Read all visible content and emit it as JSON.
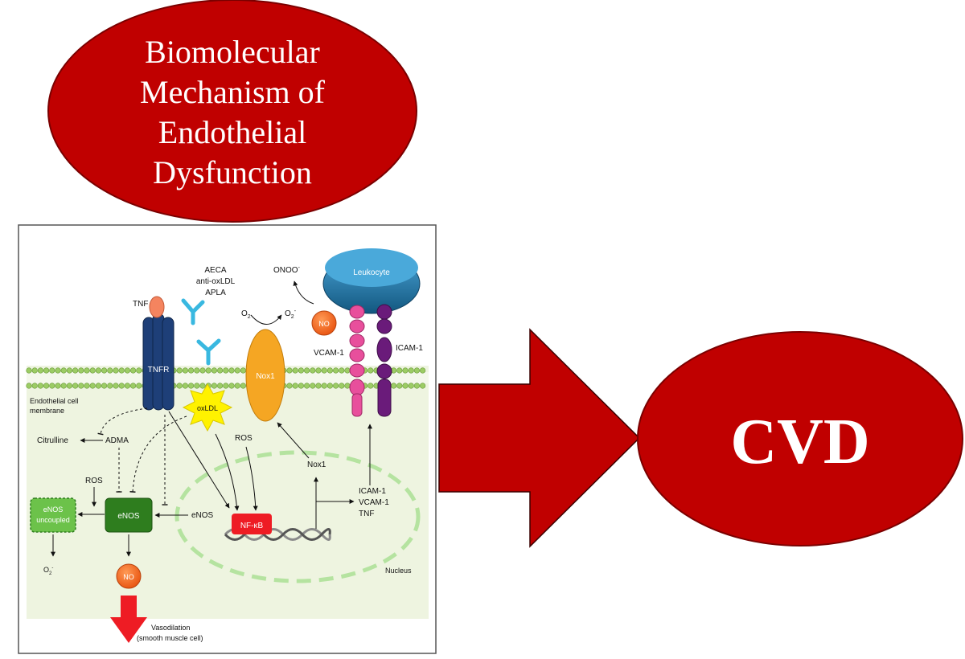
{
  "title": {
    "lines": [
      "Biomolecular",
      "Mechanism of",
      "Endothelial",
      "Dysfunction"
    ]
  },
  "outcome": {
    "label": "CVD"
  },
  "diagram": {
    "leukocyte": "Leukocyte",
    "onoo": "ONOO",
    "onoo_sup": "-",
    "o2": "O",
    "o2_sub": "2",
    "o2_radical": "O",
    "o2_radical_sub": "2",
    "o2_radical_sup": "-",
    "no_top": "NO",
    "vcam1": "VCAM-1",
    "icam1": "ICAM-1",
    "aeca_lines": [
      "AECA",
      "anti-oxLDL",
      "APLA"
    ],
    "tnf": "TNF",
    "tnfr": "TNFR",
    "nox1_receptor": "Nox1",
    "oxldl": "oxLDL",
    "membrane_lines": [
      "Endothelial cell",
      "membrane"
    ],
    "citrulline": "Citrulline",
    "adma": "ADMA",
    "ros_left": "ROS",
    "ros_mid": "ROS",
    "enos_uncoupled_lines": [
      "eNOS",
      "uncoupled"
    ],
    "enos_box": "eNOS",
    "enos_text": "eNOS",
    "nfkb": "NF-κB",
    "nox1_gene": "Nox1",
    "genes_lines": [
      "ICAM-1",
      "VCAM-1",
      "TNF"
    ],
    "nucleus": "Nucleus",
    "o2_bottom": "O",
    "o2_bottom_sub": "2",
    "o2_bottom_sup": "-",
    "no_bottom": "NO",
    "vaso_lines": [
      "Vasodilation",
      "(smooth muscle cell)"
    ]
  },
  "colors": {
    "title_ellipse": "#c00000",
    "cvd_ellipse": "#c00000",
    "big_arrow": "#c00000",
    "tnfr": "#1e3f78",
    "antibody": "#39b8e0",
    "nox1": "#f5a623",
    "vcam": "#e84f9c",
    "icam": "#6a1b7a",
    "leukocyte": "#1f6fa3",
    "no": "#f26522",
    "enos": "#2e7d1e",
    "enos_uncoupled": "#6cc24a",
    "nfkb": "#ee1c24",
    "oxldl": "#fff200",
    "cytoplasm": "#eef4e0",
    "membrane_head": "#9ccc65",
    "nucleus_border": "#b5e3a0",
    "vaso_arrow": "#ee1c24"
  }
}
